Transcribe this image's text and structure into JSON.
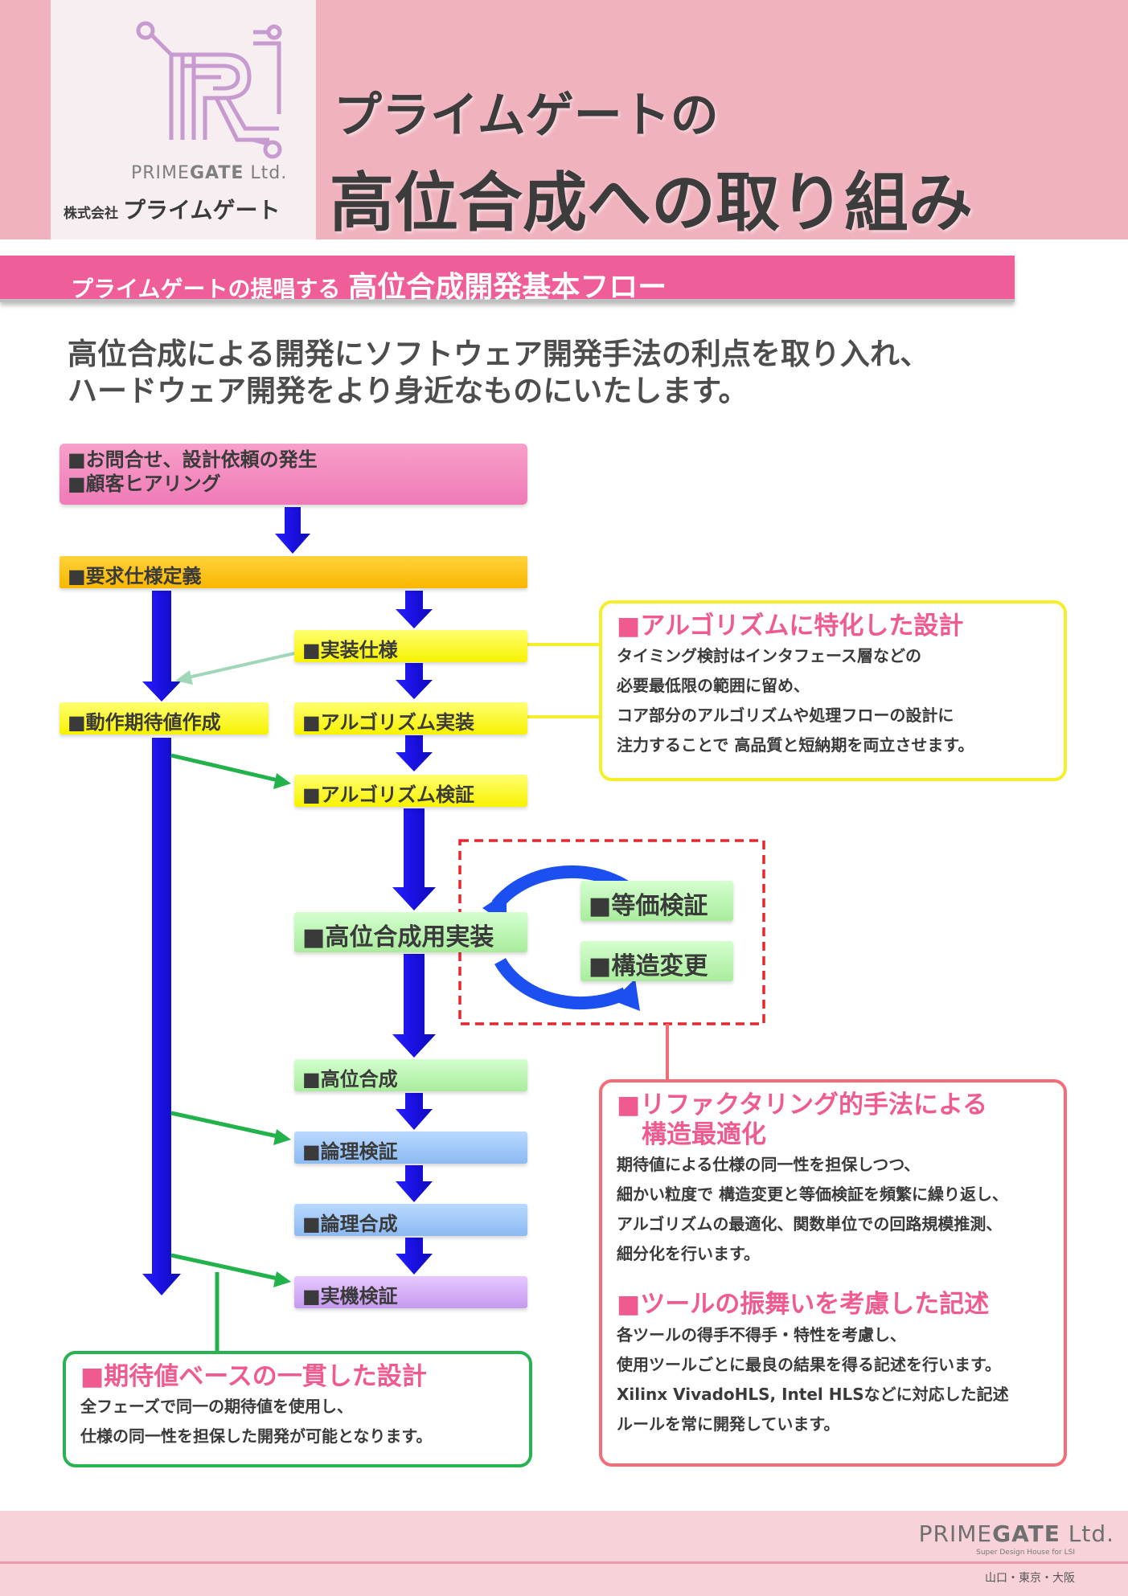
{
  "header": {
    "logo": {
      "en_prefix": "PRIME",
      "en_bold": "GATE",
      "en_suffix": " Ltd.",
      "jp_prefix": "株式会社",
      "jp_name": "プライムゲート"
    },
    "title_line1": "プライムゲートの",
    "title_line2": "高位合成への取り組み"
  },
  "banner": {
    "small": "プライムゲートの提唱する ",
    "big": "高位合成開発基本フロー"
  },
  "lead": {
    "line1": "高位合成による開発にソフトウェア開発手法の利点を取り入れ、",
    "line2": "ハードウェア開発をより身近なものにいたします。"
  },
  "flow": {
    "inquiry_line1": "■お問合せ、設計依頼の発生",
    "inquiry_line2": "■顧客ヒアリング",
    "requirements": "■要求仕様定義",
    "impl_spec": "■実装仕様",
    "expected": "■動作期待値作成",
    "algo_impl": "■アルゴリズム実装",
    "algo_verify": "■アルゴリズム検証",
    "hls_impl": "■高位合成用実装",
    "equiv_check": "■等価検証",
    "struct_change": "■構造変更",
    "hls": "■高位合成",
    "logic_verify": "■論理検証",
    "logic_synth": "■論理合成",
    "hw_verify": "■実機検証"
  },
  "callouts": {
    "algorithm": {
      "title": "■アルゴリズムに特化した設計",
      "lines": [
        "タイミング検討はインタフェース層などの",
        "必要最低限の範囲に留め、",
        "コア部分のアルゴリズムや処理フローの設計に",
        "注力することで 高品質と短納期を両立させます。"
      ]
    },
    "refactoring": {
      "title_line1": "■リファクタリング的手法による",
      "title_line2": "　構造最適化",
      "lines": [
        "期待値による仕様の同一性を担保しつつ、",
        "細かい粒度で 構造変更と等価検証を頻繁に繰り返し、",
        "アルゴリズムの最適化、関数単位での回路規模推測、",
        "細分化を行います。"
      ],
      "title2": "■ツールの振舞いを考慮した記述",
      "lines2": [
        "各ツールの得手不得手・特性を考慮し、",
        "使用ツールごとに最良の結果を得る記述を行います。",
        "Xilinx VivadoHLS, Intel HLSなどに対応した記述",
        "ルールを常に開発しています。"
      ]
    },
    "expected_value": {
      "title": "■期待値ベースの一貫した設計",
      "lines": [
        "全フェーズで同一の期待値を使用し、",
        "仕様の同一性を担保した開発が可能となります。"
      ]
    }
  },
  "footer": {
    "brand_prefix": "PRIME",
    "brand_bold": "GATE",
    "brand_suffix": " Ltd.",
    "tagline": "Super Design House for LSI",
    "cities": "山口・東京・大阪"
  },
  "colors": {
    "header_bg": "#f0b2bd",
    "banner": "#ef5e98",
    "accent_pink": "#ef5a91",
    "arrow_blue": "#1a10e0",
    "arrow_green": "#22b24c"
  }
}
